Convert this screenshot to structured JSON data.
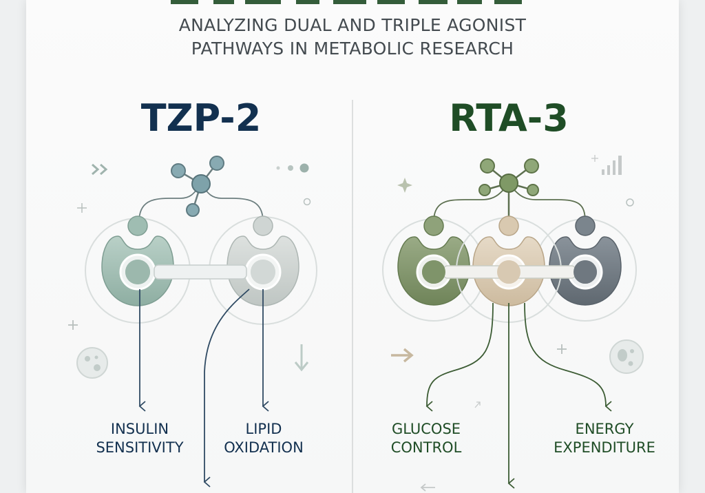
{
  "header": {
    "subtitle_line1": "ANALYZING DUAL AND TRIPLE AGONIST",
    "subtitle_line2": "PATHWAYS IN METABOLIC RESEARCH"
  },
  "left": {
    "title": "TZP-2",
    "outcome1_line1": "INSULIN",
    "outcome1_line2": "SENSITIVITY",
    "outcome2_line1": "LIPID",
    "outcome2_line2": "OXIDATION"
  },
  "right": {
    "title": "RTA-3",
    "outcome1_line1": "GLUCOSE",
    "outcome1_line2": "CONTROL",
    "outcome2_line1": "ENERGY",
    "outcome2_line2": "EXPENDITURE"
  },
  "colors": {
    "navy": "#12304f",
    "forest": "#1f4d26",
    "teal_receptor": "#9bb8ad",
    "grey_receptor": "#c9cfcd",
    "olive_receptor": "#7f946a",
    "beige_receptor": "#d8c9b2",
    "slate_receptor": "#6f7880"
  }
}
